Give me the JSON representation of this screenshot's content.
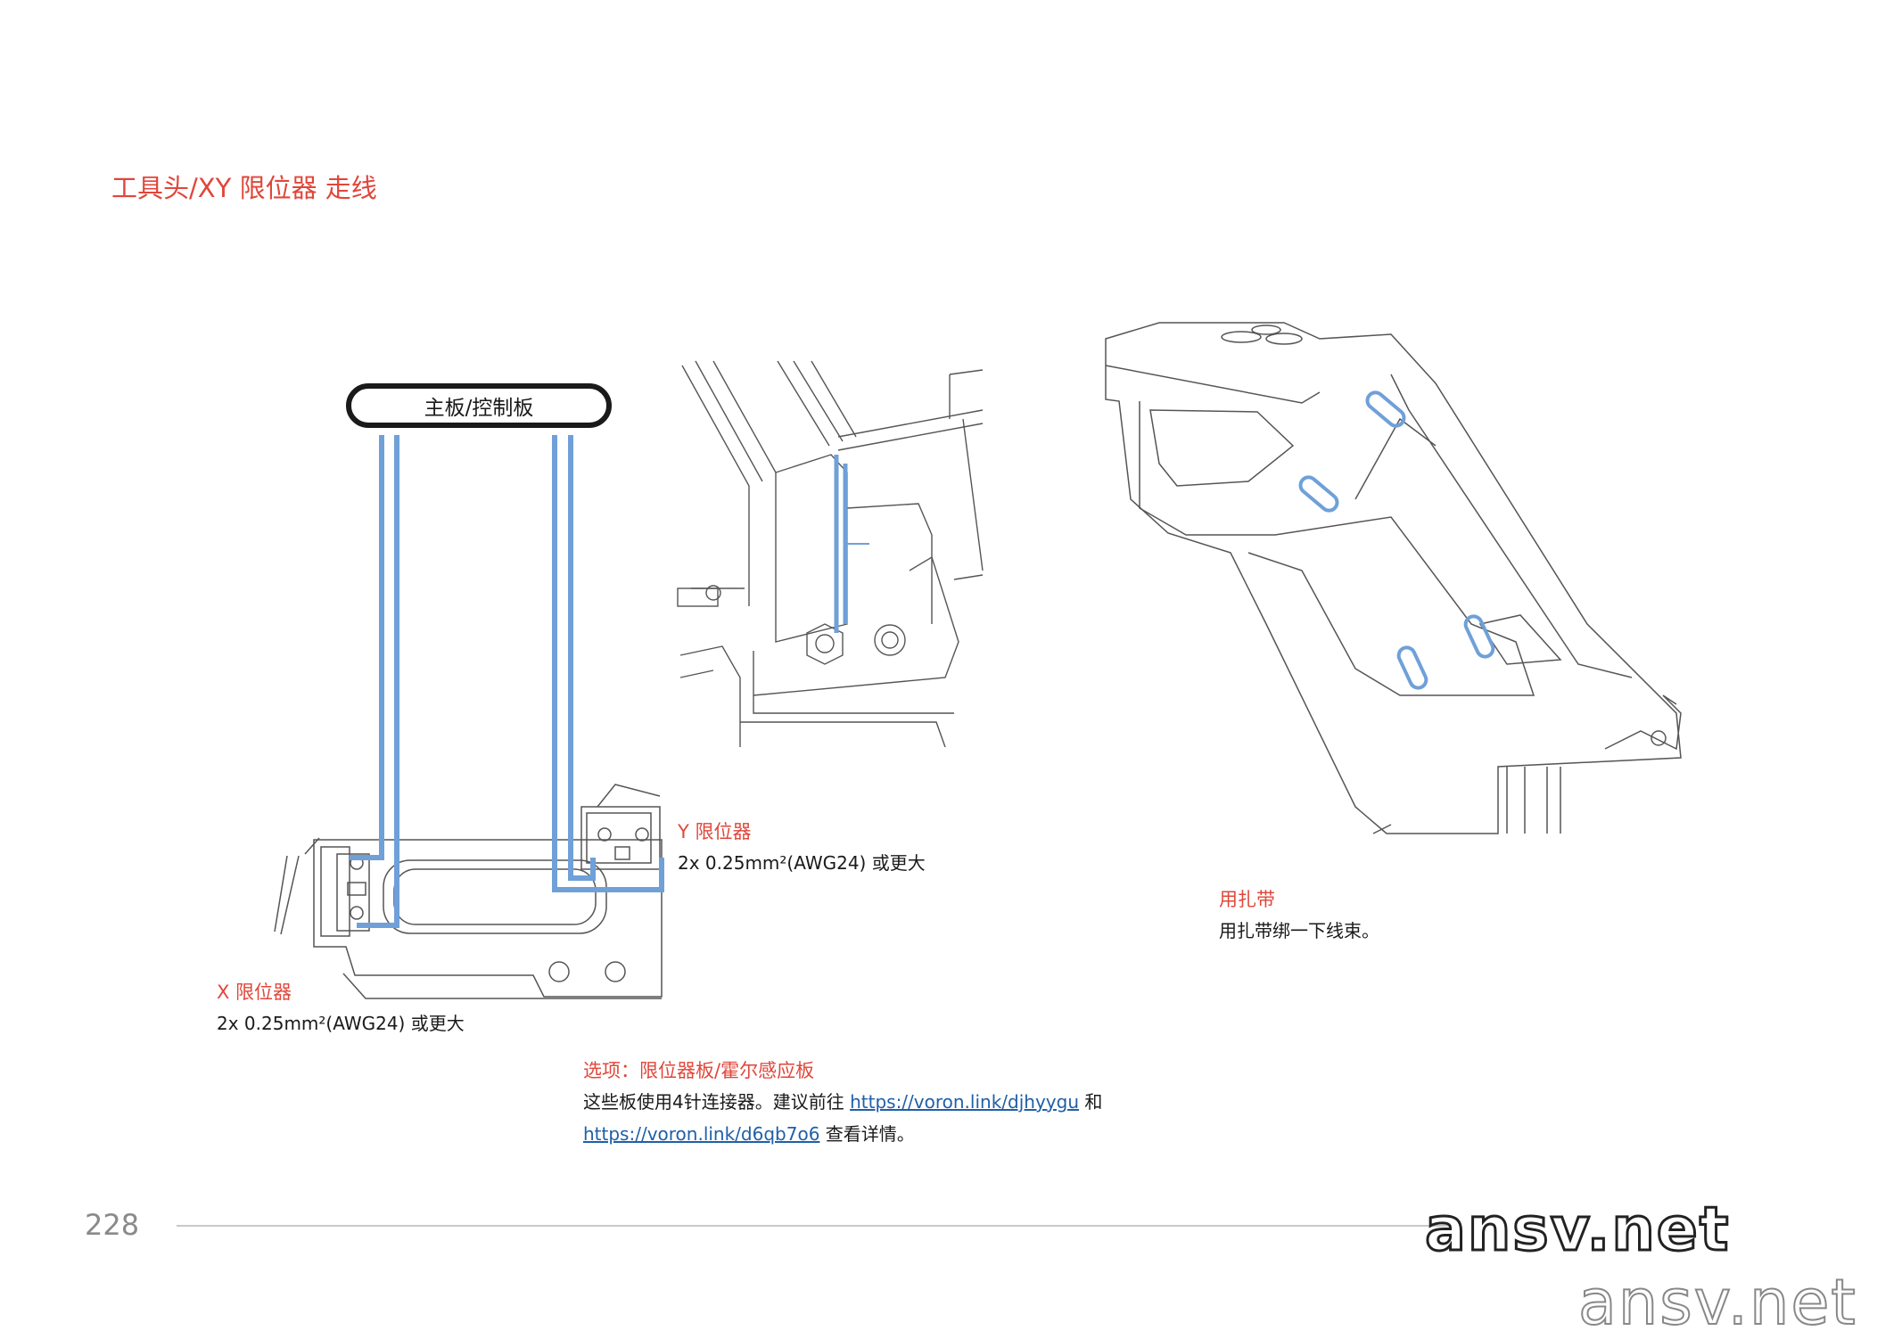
{
  "title": "工具头/XY 限位器 走线",
  "board_label": "主板/控制板",
  "y_endstop": {
    "title": "Y 限位器",
    "spec": "2x 0.25mm²(AWG24) 或更大"
  },
  "x_endstop": {
    "title": "X 限位器",
    "spec": "2x 0.25mm²(AWG24) 或更大"
  },
  "zip_tie": {
    "title": "用扎带",
    "text": "用扎带绑一下线束。"
  },
  "optional": {
    "title": "选项：限位器板/霍尔感应板",
    "line1_prefix": "这些板使用4针连接器。建议前往 ",
    "link1": "https://voron.link/djhyygu",
    "line1_suffix": " 和",
    "link2": "https://voron.link/d6qb7o6",
    "line2_suffix": " 查看详情。"
  },
  "page_number": "228",
  "watermark_1": "ansv.net",
  "watermark_2": "ansv.net",
  "colors": {
    "accent_red": "#e0463a",
    "wire_blue": "#6fa0d8",
    "line_gray": "#444444"
  }
}
